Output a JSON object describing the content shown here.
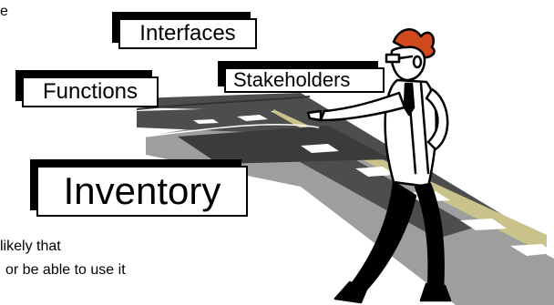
{
  "labels": {
    "interfaces": "Interfaces",
    "stakeholders": "Stakeholders",
    "functions": "Functions",
    "inventory": "Inventory"
  },
  "body_text": {
    "top_fragment": "e",
    "line1": "likely that",
    "line2": "or be able to use it"
  },
  "colors": {
    "road_asphalt": "#4d4d4d",
    "road_light": "#9e9e9e",
    "road_shoulder": "#c9c28a",
    "road_markings": "#ffffff",
    "hair": "#d14a1e",
    "outline": "#000000"
  },
  "illustration": {
    "subject": "businessman pointing down a branching road",
    "icon": "man-pointing-icon"
  }
}
